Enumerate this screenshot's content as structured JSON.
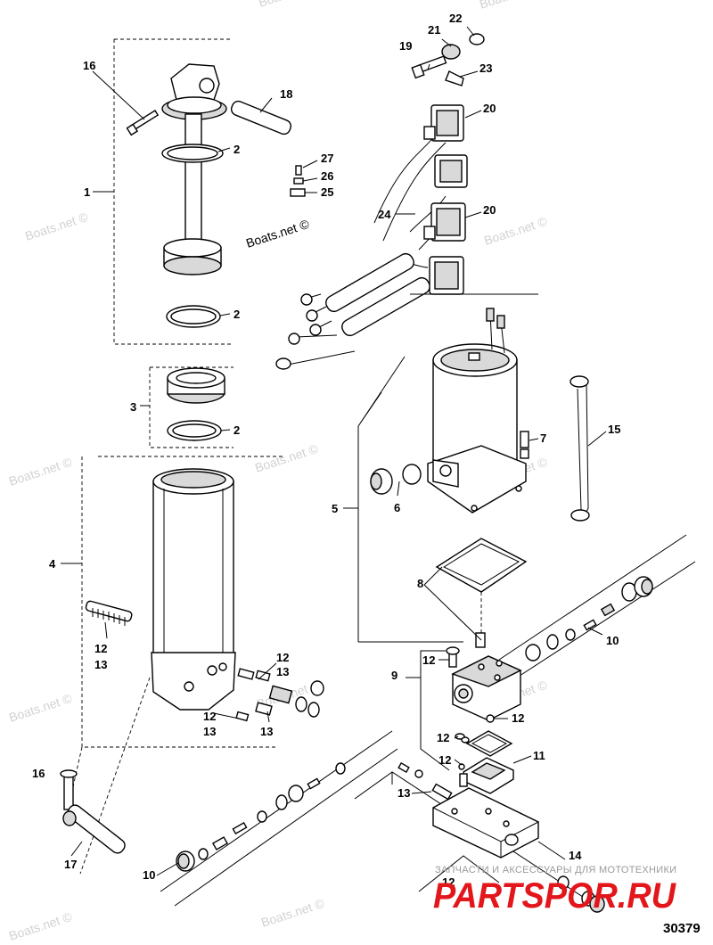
{
  "callouts": [
    {
      "id": "c16a",
      "text": "16"
    },
    {
      "id": "c18",
      "text": "18"
    },
    {
      "id": "c2a",
      "text": "2"
    },
    {
      "id": "c1",
      "text": "1"
    },
    {
      "id": "c2b",
      "text": "2"
    },
    {
      "id": "c3",
      "text": "3"
    },
    {
      "id": "c2c",
      "text": "2"
    },
    {
      "id": "c4",
      "text": "4"
    },
    {
      "id": "c12a",
      "text": "12"
    },
    {
      "id": "c13a",
      "text": "13"
    },
    {
      "id": "c12b",
      "text": "12"
    },
    {
      "id": "c13b",
      "text": "13"
    },
    {
      "id": "c12c",
      "text": "12"
    },
    {
      "id": "c13c",
      "text": "13"
    },
    {
      "id": "c13d",
      "text": "13"
    },
    {
      "id": "c16b",
      "text": "16"
    },
    {
      "id": "c17",
      "text": "17"
    },
    {
      "id": "c10a",
      "text": "10"
    },
    {
      "id": "c19",
      "text": "19"
    },
    {
      "id": "c21",
      "text": "21"
    },
    {
      "id": "c22",
      "text": "22"
    },
    {
      "id": "c23",
      "text": "23"
    },
    {
      "id": "c20a",
      "text": "20"
    },
    {
      "id": "c27",
      "text": "27"
    },
    {
      "id": "c26",
      "text": "26"
    },
    {
      "id": "c25",
      "text": "25"
    },
    {
      "id": "c24",
      "text": "24"
    },
    {
      "id": "c20b",
      "text": "20"
    },
    {
      "id": "c5",
      "text": "5"
    },
    {
      "id": "c6",
      "text": "6"
    },
    {
      "id": "c7",
      "text": "7"
    },
    {
      "id": "c15",
      "text": "15"
    },
    {
      "id": "c8",
      "text": "8"
    },
    {
      "id": "c10b",
      "text": "10"
    },
    {
      "id": "c9",
      "text": "9"
    },
    {
      "id": "c12d",
      "text": "12"
    },
    {
      "id": "c12e",
      "text": "12"
    },
    {
      "id": "c12f",
      "text": "12"
    },
    {
      "id": "c11",
      "text": "11"
    },
    {
      "id": "c12g",
      "text": "12"
    },
    {
      "id": "c13e",
      "text": "13"
    },
    {
      "id": "c14",
      "text": "14"
    },
    {
      "id": "c12h",
      "text": "12"
    }
  ],
  "watermarks": [
    {
      "id": "w1",
      "text": "Boats.net ©"
    },
    {
      "id": "w2",
      "text": "Boats.net ©"
    },
    {
      "id": "w3",
      "text": "Boats.net ©"
    },
    {
      "id": "w4",
      "text": "Boats.net ©"
    },
    {
      "id": "w5",
      "text": "Boats.net ©"
    },
    {
      "id": "w6",
      "text": "Boats.net ©"
    },
    {
      "id": "w7",
      "text": "Boats.net ©"
    },
    {
      "id": "w8",
      "text": "Boats.net ©"
    },
    {
      "id": "w9",
      "text": "Boats.net ©"
    },
    {
      "id": "w10",
      "text": "Boats.net ©"
    },
    {
      "id": "w11",
      "text": "Boats.net ©"
    },
    {
      "id": "w12",
      "text": "Boats.net ©"
    }
  ],
  "center_watermark": "Boats.net ©",
  "logo": {
    "tagline": "ЗАПЧАСТИ И АКСЕССУАРЫ ДЛЯ МОТОТЕХНИКИ",
    "brand": "PARTSPOR.RU",
    "color": "#e2161b"
  },
  "figure_number": "30379"
}
